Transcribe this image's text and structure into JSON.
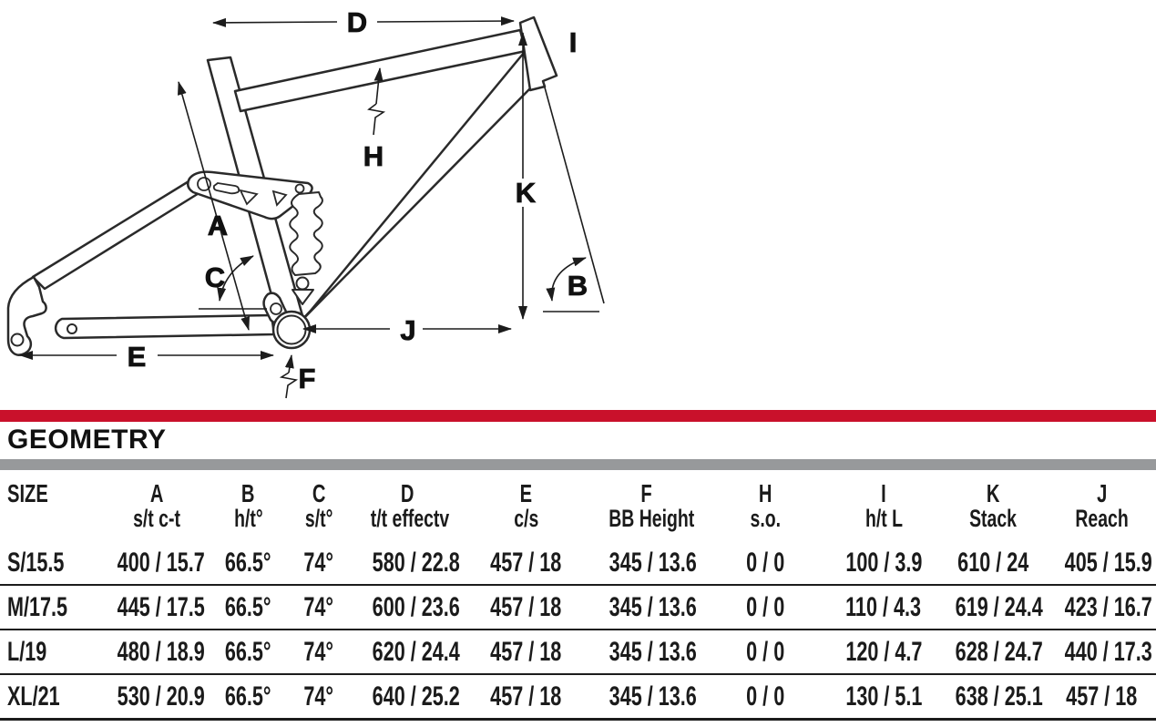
{
  "page": {
    "background": "#ffffff",
    "ink": "#1b1b1b"
  },
  "diagram": {
    "labels": {
      "A": "A",
      "B": "B",
      "C": "C",
      "D": "D",
      "E": "E",
      "F": "F",
      "H": "H",
      "I": "I",
      "J": "J",
      "K": "K"
    }
  },
  "section": {
    "red_bar_color": "#c9112b",
    "title": "GEOMETRY",
    "gray_bar_color": "#97999b"
  },
  "table": {
    "columns": [
      {
        "key": "size",
        "letter": "SIZE",
        "sub": ""
      },
      {
        "key": "a",
        "letter": "A",
        "sub": "s/t c-t"
      },
      {
        "key": "b",
        "letter": "B",
        "sub": "h/t°"
      },
      {
        "key": "c",
        "letter": "C",
        "sub": "s/t°"
      },
      {
        "key": "d",
        "letter": "D",
        "sub": "t/t effectv"
      },
      {
        "key": "e",
        "letter": "E",
        "sub": "c/s"
      },
      {
        "key": "f",
        "letter": "F",
        "sub": "BB Height"
      },
      {
        "key": "h",
        "letter": "H",
        "sub": "s.o."
      },
      {
        "key": "i",
        "letter": "I",
        "sub": "h/t L"
      },
      {
        "key": "k",
        "letter": "K",
        "sub": "Stack"
      },
      {
        "key": "j",
        "letter": "J",
        "sub": "Reach"
      }
    ],
    "rows": [
      [
        "S/15.5",
        "400 / 15.7",
        "66.5°",
        "74°",
        "580 / 22.8",
        "457 / 18",
        "345 / 13.6",
        "0 / 0",
        "100 / 3.9",
        "610 / 24",
        "405 / 15.9"
      ],
      [
        "M/17.5",
        "445 / 17.5",
        "66.5°",
        "74°",
        "600 / 23.6",
        "457 / 18",
        "345 / 13.6",
        "0 / 0",
        "110 / 4.3",
        "619 / 24.4",
        "423 / 16.7"
      ],
      [
        "L/19",
        "480 / 18.9",
        "66.5°",
        "74°",
        "620 / 24.4",
        "457 / 18",
        "345 / 13.6",
        "0 / 0",
        "120 / 4.7",
        "628 / 24.7",
        "440 / 17.3"
      ],
      [
        "XL/21",
        "530 / 20.9",
        "66.5°",
        "74°",
        "640 / 25.2",
        "457 / 18",
        "345 / 13.6",
        "0 / 0",
        "130 / 5.1",
        "638 / 25.1",
        "457 / 18"
      ]
    ]
  }
}
